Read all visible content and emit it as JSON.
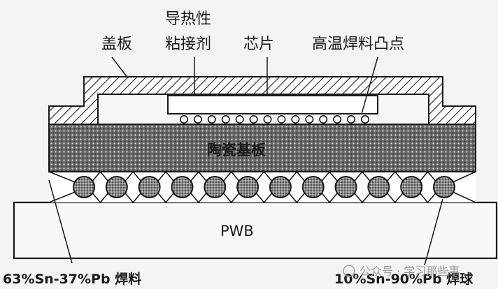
{
  "labels": {
    "cover": "盖板",
    "adhesive_line1": "导热性",
    "adhesive_line2": "粘接剂",
    "chip": "芯片",
    "bumps": "高温焊料凸点",
    "substrate": "陶瓷基板",
    "pwb": "PWB",
    "solder": "63%Sn-37%Pb 焊料",
    "balls": "10%Sn-90%Pb 焊球"
  },
  "watermark": "公众号 · 学习那些事",
  "counts": {
    "bumps": 14,
    "balls": 12
  },
  "colors": {
    "ink": "#1a1a1a",
    "background": "#f4f4f2"
  }
}
